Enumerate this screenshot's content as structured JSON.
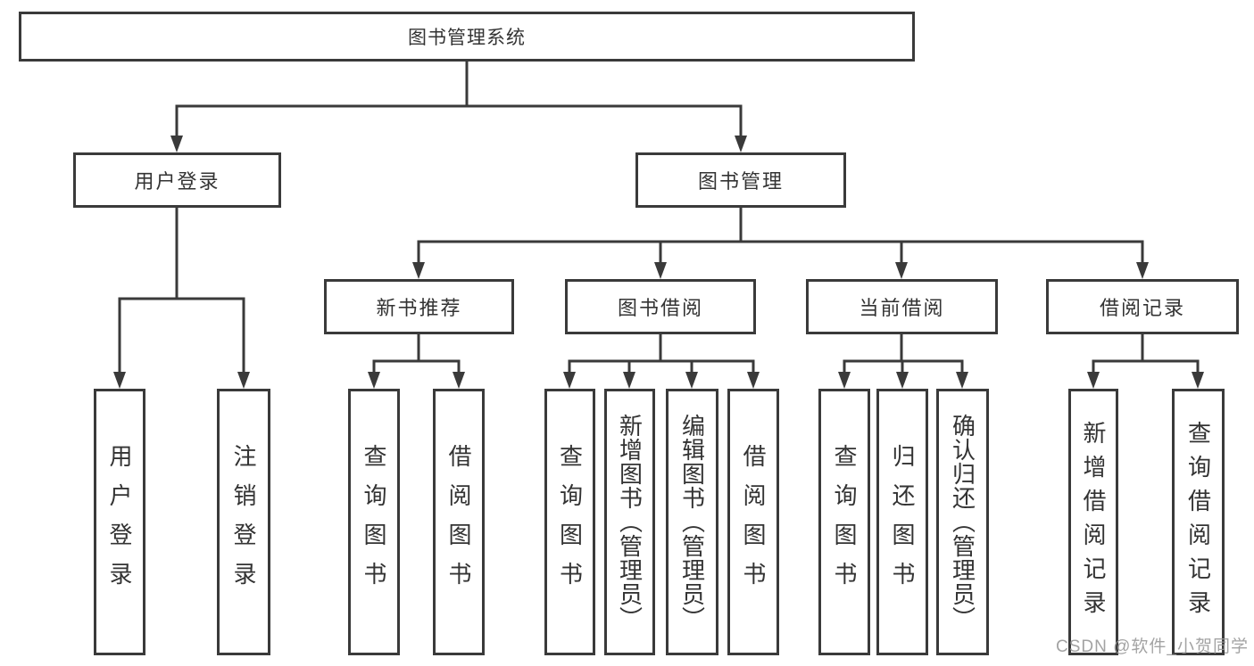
{
  "colors": {
    "line": "#3a3a3a",
    "box_border": "#3a3a3a",
    "text": "#333333",
    "watermark": "#969696",
    "background": "#ffffff"
  },
  "diagram": {
    "root": {
      "label": "图书管理系统"
    },
    "level1": [
      {
        "label": "用户登录"
      },
      {
        "label": "图书管理"
      }
    ],
    "level2": [
      {
        "label": "新书推荐",
        "parent": "图书管理"
      },
      {
        "label": "图书借阅",
        "parent": "图书管理"
      },
      {
        "label": "当前借阅",
        "parent": "图书管理"
      },
      {
        "label": "借阅记录",
        "parent": "图书管理"
      }
    ],
    "leaves": [
      {
        "label": "用户登录",
        "parent": "用户登录"
      },
      {
        "label": "注销登录",
        "parent": "用户登录"
      },
      {
        "label": "查询图书",
        "parent": "新书推荐"
      },
      {
        "label": "借阅图书",
        "parent": "新书推荐"
      },
      {
        "label": "查询图书",
        "parent": "图书借阅"
      },
      {
        "label": "新增图书（管理员）",
        "parent": "图书借阅"
      },
      {
        "label": "编辑图书（管理员）",
        "parent": "图书借阅"
      },
      {
        "label": "借阅图书",
        "parent": "图书借阅"
      },
      {
        "label": "查询图书",
        "parent": "当前借阅"
      },
      {
        "label": "归还图书",
        "parent": "当前借阅"
      },
      {
        "label": "确认归还（管理员）",
        "parent": "当前借阅"
      },
      {
        "label": "新增借阅记录",
        "parent": "借阅记录"
      },
      {
        "label": "查询借阅记录",
        "parent": "借阅记录"
      }
    ]
  },
  "watermark": {
    "text": "CSDN @软件_小贺同学"
  }
}
